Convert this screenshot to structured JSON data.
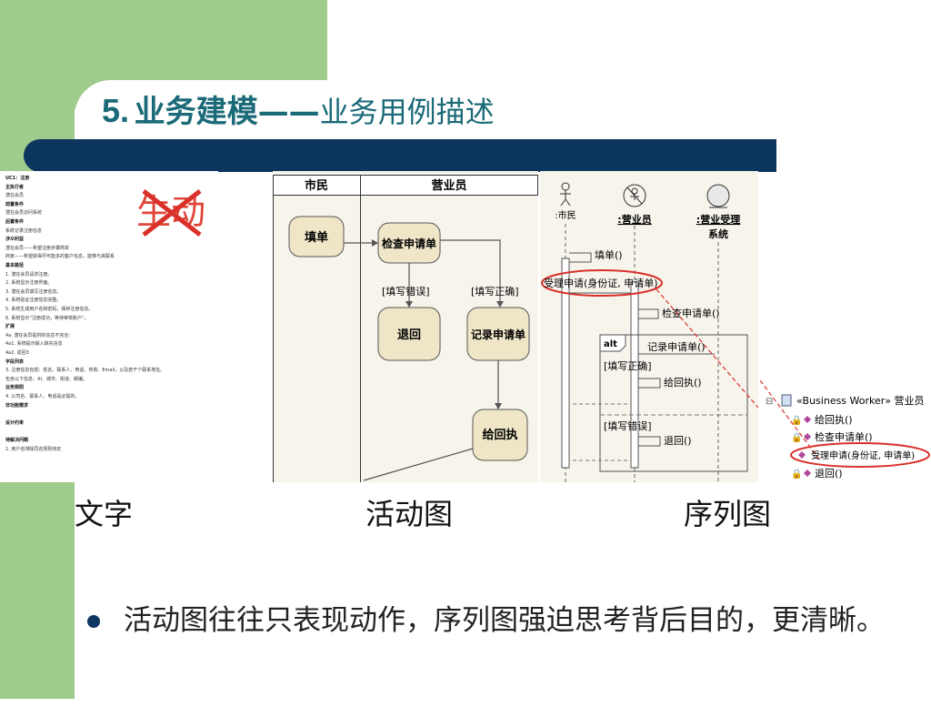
{
  "slide": {
    "title_number": "5.",
    "title_main": "业务建模",
    "title_dash": "——",
    "title_sub": "业务用例描述"
  },
  "text_panel": {
    "stamp": "生动",
    "lines": [
      {
        "t": "UC1：注册",
        "b": true
      },
      {
        "t": "主执行者",
        "b": true
      },
      {
        "t": "   潜在会员",
        "b": false
      },
      {
        "t": "前置条件",
        "b": true
      },
      {
        "t": "   潜在会员访问系统",
        "b": false
      },
      {
        "t": "后置条件",
        "b": true
      },
      {
        "t": "   系统记录注册信息",
        "b": false
      },
      {
        "t": "涉众利益",
        "b": true
      },
      {
        "t": "   潜在会员——希望注册步骤简单",
        "b": false
      },
      {
        "t": "   商家——希望获得尽可能多的客户信息，能够与其联系",
        "b": false
      },
      {
        "t": "基本路径",
        "b": true
      },
      {
        "t": "1. 潜在会员请求注册。",
        "b": false
      },
      {
        "t": "2. 系统显示注册界面。",
        "b": false
      },
      {
        "t": "3. 潜在会员填写注册信息。",
        "b": false
      },
      {
        "t": "4. 系统验证注册信息完整。",
        "b": false
      },
      {
        "t": "5. 系统生成用户名和密码，保存注册信息。",
        "b": false
      },
      {
        "t": "6. 系统显示“注册成功，等待审核账户”。",
        "b": false
      },
      {
        "t": "扩展",
        "b": true
      },
      {
        "t": "4a. 潜在会员提供的信息不完全：",
        "b": false
      },
      {
        "t": "   4a1. 系统提示输入缺失信息",
        "b": false
      },
      {
        "t": "   4a2. 返回3",
        "b": false
      },
      {
        "t": "字段列表",
        "b": true
      },
      {
        "t": "3. 注册信息包括：姓名、联系人、电话、传真、Email，以及若干个联系地址。",
        "b": false
      },
      {
        "t": "包含以下信息：州、城市、街道、邮编。",
        "b": false
      },
      {
        "t": "业务规则",
        "b": true
      },
      {
        "t": "4. 公司名、联系人、电话是必需的。",
        "b": false
      },
      {
        "t": "非功能需求",
        "b": true
      },
      {
        "t": "",
        "b": false
      },
      {
        "t": "设计约束",
        "b": true
      },
      {
        "t": "",
        "b": false
      },
      {
        "t": "待解决问题",
        "b": true
      },
      {
        "t": "1. 用户名排除同名规则待定",
        "b": false
      }
    ]
  },
  "activity": {
    "lane_left": "市民",
    "lane_right": "营业员",
    "nodes": {
      "fill": "填单",
      "check": "检查申请单",
      "back": "退回",
      "record": "记录申请单",
      "receipt": "给回执"
    },
    "guard_wrong": "[填写错误]",
    "guard_right": "[填写正确]"
  },
  "sequence": {
    "actor_citizen": ":市民",
    "actor_clerk": ":营业员",
    "actor_system_1": ":营业受理",
    "actor_system_2": "系统",
    "msg_fill": "填单()",
    "msg_accept": "受理申请(身份证, 申请单)",
    "msg_check": "检查申请单()",
    "alt": "alt",
    "msg_record": "记录申请单()",
    "guard_right": "[填写正确]",
    "msg_receipt": "给回执()",
    "guard_wrong": "[填写错误]",
    "msg_back": "退回()"
  },
  "class_panel": {
    "class_name": "«Business Worker» 营业员",
    "ops": [
      "给回执()",
      "检查申请单()",
      "受理申请(身份证, 申请单)",
      "退回()"
    ]
  },
  "captions": {
    "text": "文字",
    "activity": "活动图",
    "sequence": "序列图"
  },
  "bullet": "活动图往往只表现动作，序列图强迫思考背后目的，更清晰。",
  "colors": {
    "green": "#9fcb8c",
    "navy": "#0c3560",
    "title": "#1a6a77",
    "highlight_red": "#d9302a"
  }
}
